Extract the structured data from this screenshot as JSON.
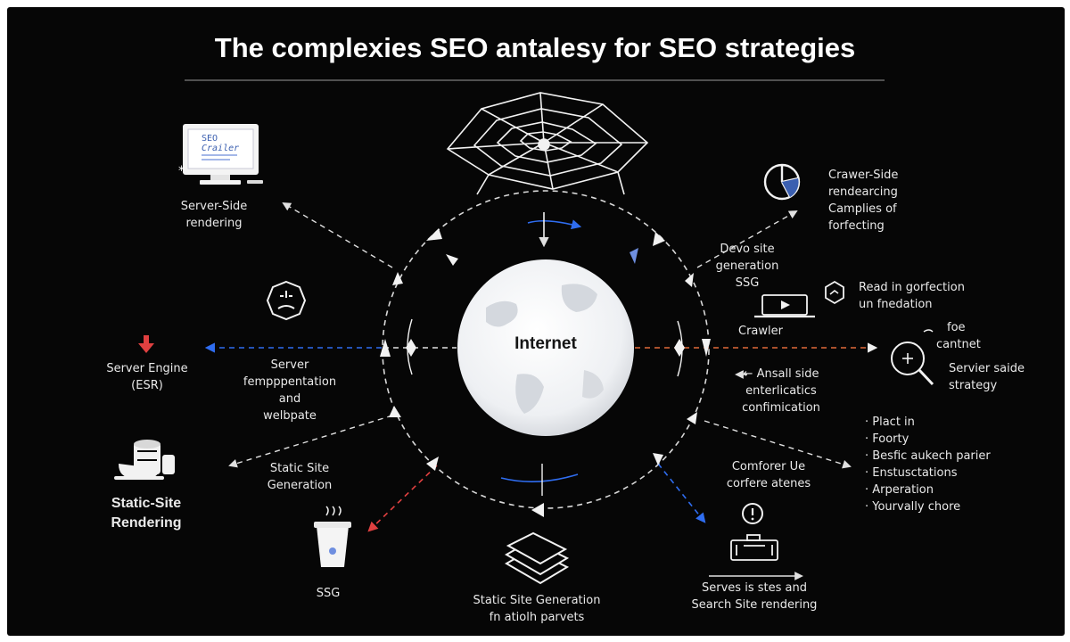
{
  "title": "The complexies SEO antalesy for SEO strategies",
  "center_label": "Internet",
  "icon_text": {
    "monitor_line1": "SEO",
    "monitor_line2": "Crailer"
  },
  "nodes": {
    "server_side_rendering": [
      "Server-Side",
      "rendering"
    ],
    "server_engine": [
      "Server Engine",
      "(ESR)"
    ],
    "server_fempp": [
      "Server",
      "fempppentation",
      "and",
      "welbpate"
    ],
    "static_site_rendering": [
      "Static-Site",
      "Rendering"
    ],
    "static_site_generation": [
      "Static Site",
      "Generation"
    ],
    "ssg": "SSG",
    "ssg_bottom": [
      "Static Site Generation",
      "fn atiolh parvets"
    ],
    "serves_sites": [
      "Serves is stes and",
      "Search Site rendering"
    ],
    "comforer": [
      "Comforer Ue",
      "corfere atenes"
    ],
    "crawer_side": [
      "Crawer-Side",
      "rendearcing",
      "Camplies of",
      "forfecting"
    ],
    "dev_site": [
      "Devo site",
      "generation",
      "SSG"
    ],
    "read_in": [
      "Read in gorfection",
      "un fnedation"
    ],
    "crawler": "Crawler",
    "foe": [
      "foe",
      "cantnet"
    ],
    "servier_side": [
      "Servier saide",
      "strategy"
    ],
    "ansall": [
      "← Ansall side",
      "enterlicatics",
      "confimication"
    ]
  },
  "bullets": [
    "Plact in",
    "Foorty",
    "Besfic aukech parier",
    "Enstusctations",
    "Arperation",
    "Yourvally chore"
  ],
  "colors": {
    "background": "#060606",
    "text": "#e9e9e9",
    "accent_blue": "#2f6df0",
    "accent_red": "#e04040",
    "accent_orange": "#e06a3a",
    "globe": "#f2f3f5"
  }
}
